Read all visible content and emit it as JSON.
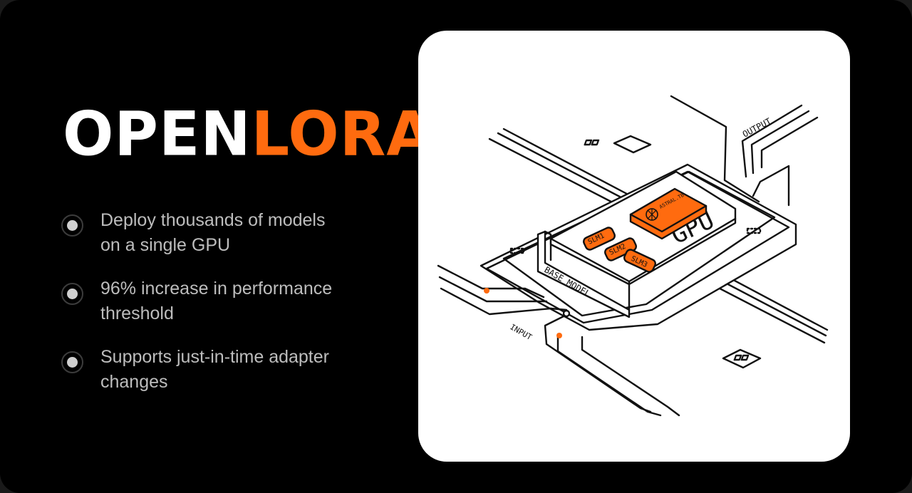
{
  "brand": {
    "name_part1": "OPEN",
    "name_part2": "LORA",
    "accent_color": "#ff6b0f"
  },
  "features": [
    {
      "line1": "Deploy thousands of models",
      "line2": "on a single GPU"
    },
    {
      "line1": "96% increase in performance",
      "line2": "threshold"
    },
    {
      "line1": "Supports just-in-time adapter",
      "line2": "changes"
    }
  ],
  "illustration": {
    "gpu_label": "GPU",
    "chip_label": "ASTRAL.TB",
    "slm_labels": [
      "SLM1",
      "SLM2",
      "SLM3"
    ],
    "base_label": "BASE MODEL",
    "input_label": "INPUT",
    "output_label": "OUTPUT",
    "chip_icon": "network-node-icon"
  }
}
